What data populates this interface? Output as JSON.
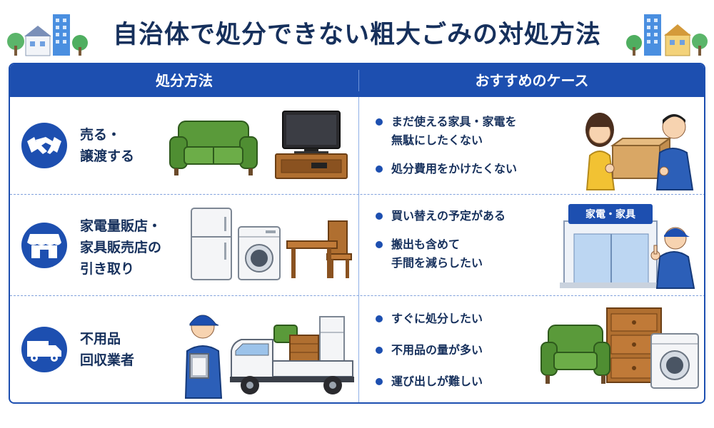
{
  "title": "自治体で処分できない粗大ごみの対処方法",
  "headers": {
    "method": "処分方法",
    "case": "おすすめのケース"
  },
  "rows": [
    {
      "method_lines": [
        "売る・",
        "譲渡する"
      ],
      "icon": "handshake-icon",
      "cases": [
        [
          "まだ使える家具・家電を",
          "無駄にしたくない"
        ],
        [
          "処分費用をかけたくない"
        ]
      ]
    },
    {
      "method_lines": [
        "家電量販店・",
        "家具販売店の",
        "引き取り"
      ],
      "icon": "store-icon",
      "store_sign": "家電・家具",
      "cases": [
        [
          "買い替えの予定がある"
        ],
        [
          "搬出も含めて",
          "手間を減らしたい"
        ]
      ]
    },
    {
      "method_lines": [
        "不用品",
        "回収業者"
      ],
      "icon": "truck-icon",
      "cases": [
        [
          "すぐに処分したい"
        ],
        [
          "不用品の量が多い"
        ],
        [
          "運び出しが難しい"
        ]
      ]
    }
  ],
  "colors": {
    "primary": "#1d4fb0",
    "title": "#16305c",
    "sofa": "#5a9a3a",
    "wood": "#a0622a"
  }
}
